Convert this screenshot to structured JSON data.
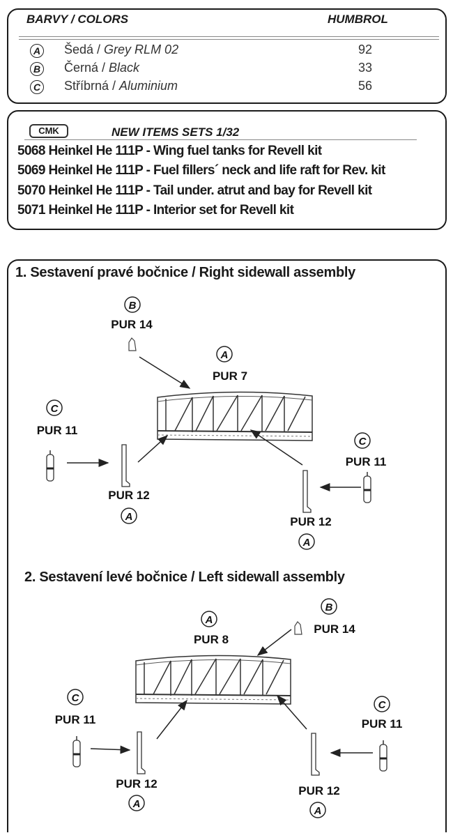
{
  "colors": {
    "header_left": "BARVY / COLORS",
    "header_right": "HUMBROL",
    "rows": [
      {
        "code": "A",
        "cz": "Šedá / ",
        "en": "Grey RLM 02",
        "humbrol": "92"
      },
      {
        "code": "B",
        "cz": "Černá / ",
        "en": "Black",
        "humbrol": "33"
      },
      {
        "code": "C",
        "cz": "Stříbrná / ",
        "en": "Aluminium",
        "humbrol": "56"
      }
    ]
  },
  "new_items": {
    "logo": "CMK",
    "title": "NEW ITEMS SETS  1/32",
    "lines": [
      "5068 Heinkel He 111P - Wing fuel tanks for Revell kit",
      "5069 Heinkel He 111P - Fuel fillers´ neck and life raft for Rev. kit",
      "5070 Heinkel He 111P - Tail under. atrut and bay for Revell kit",
      "5071 Heinkel He 111P - Interior set for Revell kit"
    ]
  },
  "step1": {
    "title": "1. Sestavení pravé bočnice / Right sidewall assembly",
    "pur14": "PUR 14",
    "pur14_color": "B",
    "main": "PUR 7",
    "main_color": "A",
    "pur11_left": "PUR 11",
    "pur11_left_color": "C",
    "pur12_left": "PUR 12",
    "pur12_left_color": "A",
    "pur11_right": "PUR 11",
    "pur11_right_color": "C",
    "pur12_right": "PUR 12",
    "pur12_right_color": "A"
  },
  "step2": {
    "title": "2. Sestavení levé bočnice /  Left sidewall assembly",
    "pur14": "PUR 14",
    "pur14_color": "B",
    "main": "PUR 8",
    "main_color": "A",
    "pur11_left": "PUR 11",
    "pur11_left_color": "C",
    "pur12_left": "PUR 12",
    "pur12_left_color": "A",
    "pur11_right": "PUR 11",
    "pur11_right_color": "C",
    "pur12_right": "PUR 12",
    "pur12_right_color": "A"
  }
}
